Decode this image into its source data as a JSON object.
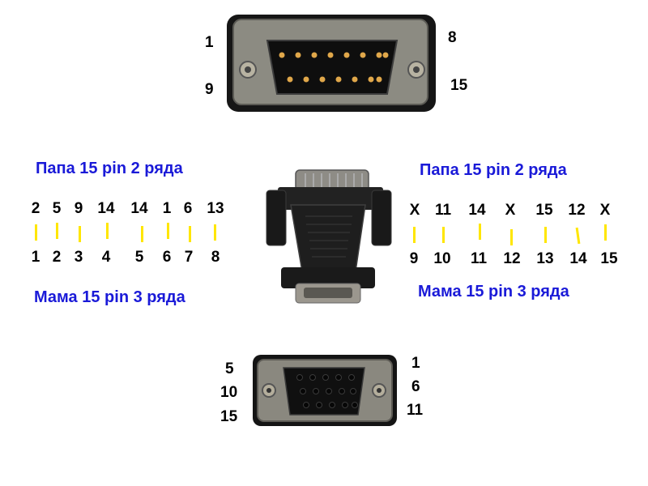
{
  "colors": {
    "title": "#1a1ad8",
    "tick": "#ffe600",
    "connector_body": "#1b1b1b",
    "connector_frame": "#8a8a80"
  },
  "top_connector": {
    "label_top_left": "1",
    "label_bottom_left": "9",
    "label_top_right": "8",
    "label_bottom_right": "15"
  },
  "bottom_connector": {
    "left_labels": [
      "5",
      "10",
      "15"
    ],
    "right_labels": [
      "1",
      "6",
      "11"
    ]
  },
  "left_block": {
    "title_top": "Папа 15 pin 2 ряда",
    "top_row": [
      "2",
      "5",
      "9",
      "14",
      "14",
      "1",
      "6",
      "13"
    ],
    "bottom_row": [
      "1",
      "2",
      "3",
      "4",
      "5",
      "6",
      "7",
      "8"
    ],
    "title_bottom": "Мама 15 pin 3 ряда"
  },
  "right_block": {
    "title_top": "Папа 15 pin 2 ряда",
    "top_row": [
      "X",
      "11",
      "14",
      "X",
      "15",
      "12",
      "X"
    ],
    "bottom_row": [
      "9",
      "10",
      "11",
      "12",
      "13",
      "14",
      "15"
    ],
    "title_bottom": "Мама 15 pin 3 ряда"
  }
}
